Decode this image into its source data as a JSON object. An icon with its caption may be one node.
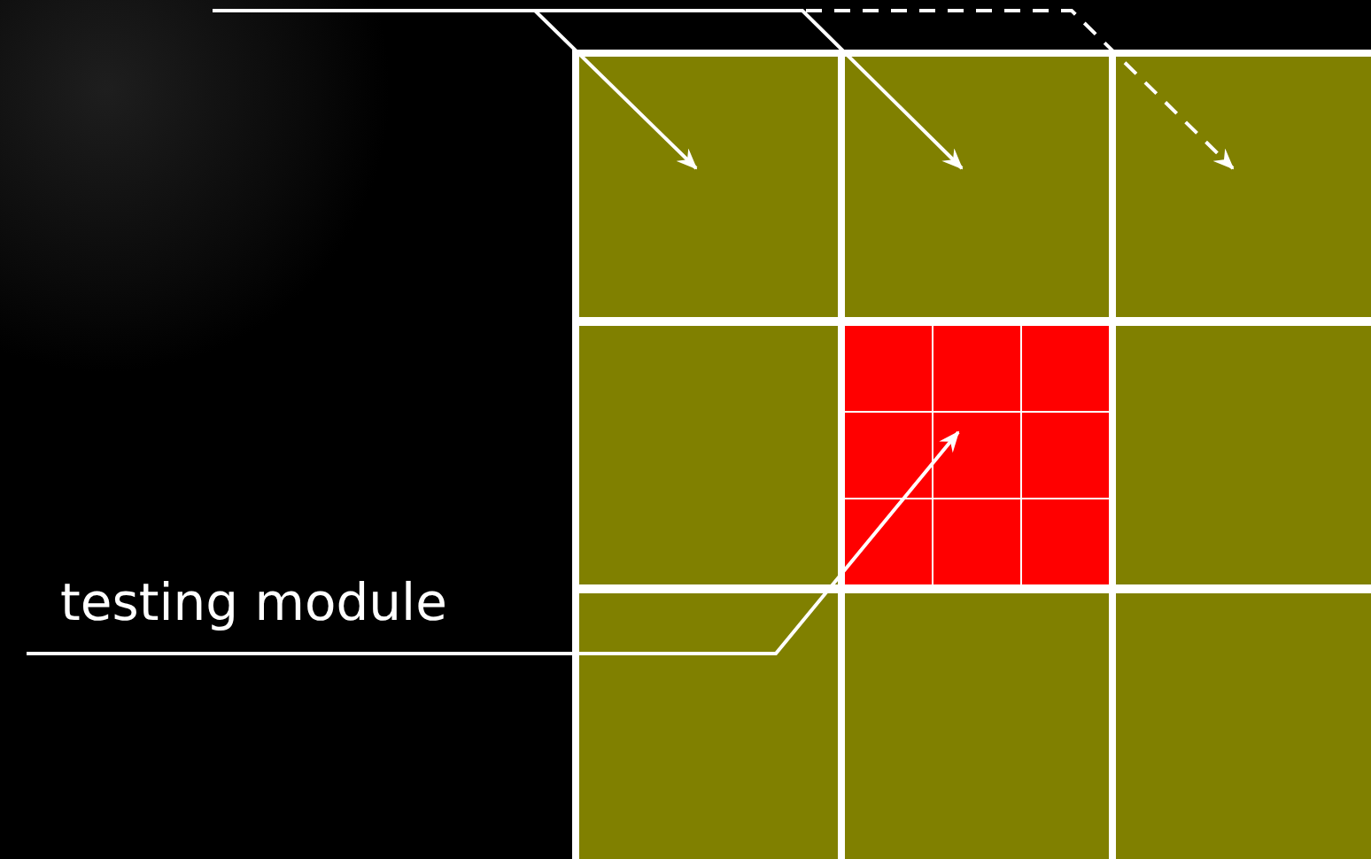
{
  "diagram": {
    "nodes": [
      {
        "text": [
          "testing module"
        ]
      },
      {
        "text": [],
        "shape": "box"
      },
      {
        "text": [],
        "shape": "box"
      },
      {
        "text": [],
        "shape": "box"
      },
      {
        "text": [],
        "shape": "box"
      },
      {
        "text": [],
        "shape": "box"
      },
      {
        "text": [],
        "shape": "box"
      },
      {
        "text": [],
        "shape": "box"
      },
      {
        "text": [],
        "shape": "box"
      },
      {
        "text": [],
        "shape": "box"
      },
      {
        "text": [],
        "shape": "box",
        "in": 5
      },
      {
        "text": [],
        "shape": "box",
        "in": 5
      },
      {
        "text": [],
        "shape": "box",
        "in": 5
      },
      {
        "text": [],
        "shape": "box",
        "in": 5
      },
      {
        "text": [],
        "shape": "box",
        "in": 5
      },
      {
        "text": [],
        "shape": "box",
        "in": 5
      },
      {
        "text": [],
        "shape": "box",
        "in": 5
      },
      {
        "text": [],
        "shape": "box",
        "in": 5
      },
      {
        "text": [],
        "shape": "box",
        "in": 5
      }
    ],
    "edges": [
      {
        "from": null,
        "to": 1,
        "arrow": "to"
      },
      {
        "from": null,
        "to": 2,
        "arrow": "to"
      },
      {
        "from": null,
        "to": 3,
        "arrow": "to",
        "style": "dashed"
      },
      {
        "from": 0,
        "to": 14,
        "arrow": "to"
      }
    ]
  }
}
